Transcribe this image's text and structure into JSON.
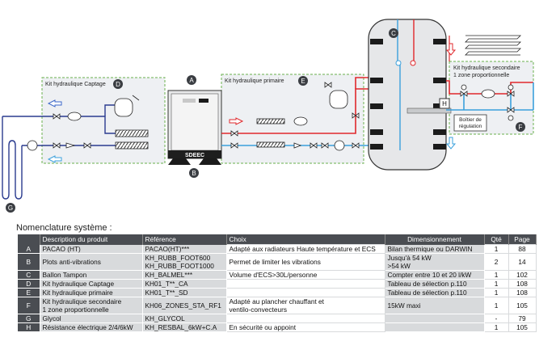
{
  "diagram": {
    "labels": {
      "kit_captage": "Kit hydraulique Captage",
      "kit_primaire": "Kit hydraulique primaire",
      "kit_secondaire_line1": "Kit hydraulique secondaire",
      "kit_secondaire_line2": "1 zone proportionnelle",
      "boitier_line1": "Boîtier de",
      "boitier_line2": "régulation",
      "brand": "SDEEC"
    },
    "markers": [
      "A",
      "B",
      "C",
      "D",
      "E",
      "F",
      "G",
      "H"
    ],
    "colors": {
      "hot": "#e0282c",
      "cold": "#3aa0dc",
      "ground": "#2a3b8f",
      "zone_border": "#6ab04c",
      "zone_fill": "#eef0f3"
    }
  },
  "nomenclature": {
    "title": "Nomenclature système :",
    "headers": [
      "Description du produit",
      "Référence",
      "Choix",
      "Dimensionnement",
      "Qté",
      "Page"
    ],
    "rows": [
      {
        "letter": "A",
        "description": [
          "PACAO (HT)"
        ],
        "reference": [
          "PACAO(HT)***"
        ],
        "choix": [
          "Adapté aux radiateurs Haute  température et ECS"
        ],
        "dimensionnement": [
          "Bilan thermique ou DARWIN"
        ],
        "qte": "1",
        "page": "88"
      },
      {
        "letter": "B",
        "description": [
          "Plots anti-vibrations"
        ],
        "reference": [
          "KH_RUBB_FOOT600",
          "KH_RUBB_FOOT1000"
        ],
        "choix": [
          "Permet de limiter les vibrations"
        ],
        "dimensionnement": [
          "Jusqu'à 54 kW",
          ">54 kW"
        ],
        "qte": "2",
        "page": "14"
      },
      {
        "letter": "C",
        "description": [
          "Ballon Tampon"
        ],
        "reference": [
          "KH_BALMEL***"
        ],
        "choix": [
          "Volume d'ECS>30L/personne"
        ],
        "dimensionnement": [
          "Compter entre 10 et 20 l/kW"
        ],
        "qte": "1",
        "page": "102"
      },
      {
        "letter": "D",
        "description": [
          "Kit hydraulique Captage"
        ],
        "reference": [
          "KH01_T**_CA"
        ],
        "choix": [
          ""
        ],
        "dimensionnement": [
          "Tableau de sélection p.110"
        ],
        "qte": "1",
        "page": "108"
      },
      {
        "letter": "E",
        "description": [
          "Kit hydraulique primaire"
        ],
        "reference": [
          "KH01_T**_SD"
        ],
        "choix": [
          ""
        ],
        "dimensionnement": [
          "Tableau de sélection p.110"
        ],
        "qte": "1",
        "page": "108"
      },
      {
        "letter": "F",
        "description": [
          "Kit hydraulique secondaire",
          "1 zone proportionnelle"
        ],
        "reference": [
          "KH06_ZONES_STA_RF1"
        ],
        "choix": [
          "Adapté au plancher chauffant et",
          "ventilo-convecteurs"
        ],
        "dimensionnement": [
          "15kW maxi"
        ],
        "qte": "1",
        "page": "105"
      },
      {
        "letter": "G",
        "description": [
          "Glycol"
        ],
        "reference": [
          "KH_GLYCOL"
        ],
        "choix": [
          ""
        ],
        "dimensionnement": [
          ""
        ],
        "qte": "-",
        "page": "79"
      },
      {
        "letter": "H",
        "description": [
          "Résistance électrique 2/4/6kW"
        ],
        "reference": [
          "KH_RESBAL_6kW+C.A"
        ],
        "choix": [
          "En sécurité ou appoint"
        ],
        "dimensionnement": [
          ""
        ],
        "qte": "1",
        "page": "105"
      }
    ]
  }
}
